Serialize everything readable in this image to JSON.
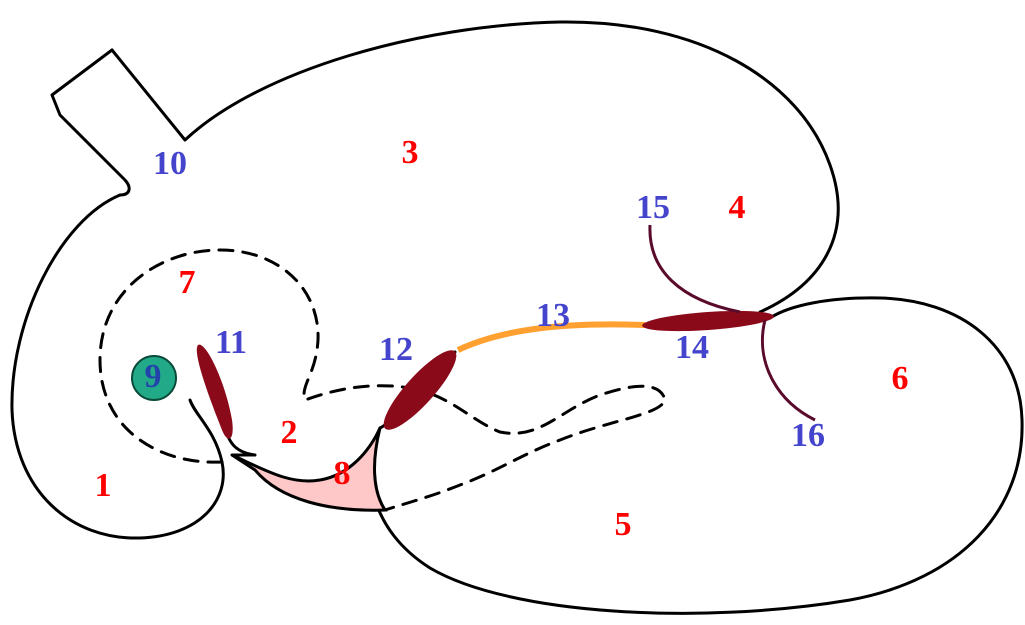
{
  "colors": {
    "red_label": "#ff0000",
    "blue_label": "#4444cc",
    "dark_red": "#8b0a1a",
    "orange": "#ffa030",
    "pink": "#ffc8c8",
    "teal": "#22aa88",
    "purple_line": "#5a0a2a",
    "outline": "#000000"
  },
  "labels": {
    "l1": "1",
    "l2": "2",
    "l3": "3",
    "l4": "4",
    "l5": "5",
    "l6": "6",
    "l7": "7",
    "l8": "8",
    "l9": "9",
    "l10": "10",
    "l11": "11",
    "l12": "12",
    "l13": "13",
    "l14": "14",
    "l15": "15",
    "l16": "16"
  }
}
